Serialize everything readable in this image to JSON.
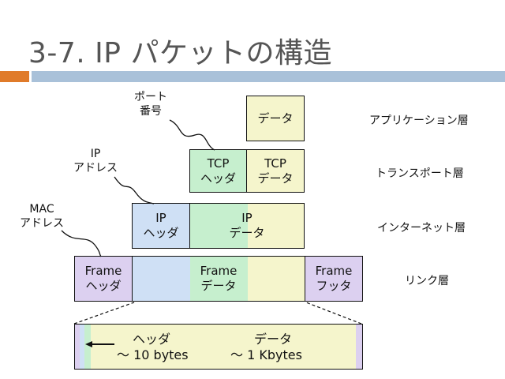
{
  "slide": {
    "title": "3-7. IP パケットの構造"
  },
  "layers": {
    "application": "アプリケーション層",
    "transport": "トランスポート層",
    "internet": "インターネット層",
    "link": "リンク層"
  },
  "boxes": {
    "app_data": "データ",
    "tcp_header": [
      "TCP",
      "ヘッダ"
    ],
    "tcp_data": [
      "TCP",
      "データ"
    ],
    "ip_header": [
      "IP",
      "ヘッダ"
    ],
    "ip_data": [
      "IP",
      "データ"
    ],
    "frame_header": [
      "Frame",
      "ヘッダ"
    ],
    "frame_data": [
      "Frame",
      "データ"
    ],
    "frame_footer": [
      "Frame",
      "フッタ"
    ]
  },
  "callouts": {
    "port": [
      "ポート",
      "番号"
    ],
    "ip_address": [
      "IP",
      "アドレス"
    ],
    "mac_address": [
      "MAC",
      "アドレス"
    ]
  },
  "detail": {
    "header_label": "ヘッダ",
    "header_size": "～ 10 bytes",
    "data_label": "データ",
    "data_size": "～ 1 Kbytes"
  },
  "colors": {
    "green": "#c6efce",
    "blue": "#cfe0f5",
    "yellow": "#f5f5cc",
    "purple": "#dcd0f0",
    "orange": "#e07b2a",
    "slate": "#a9c1d9"
  }
}
